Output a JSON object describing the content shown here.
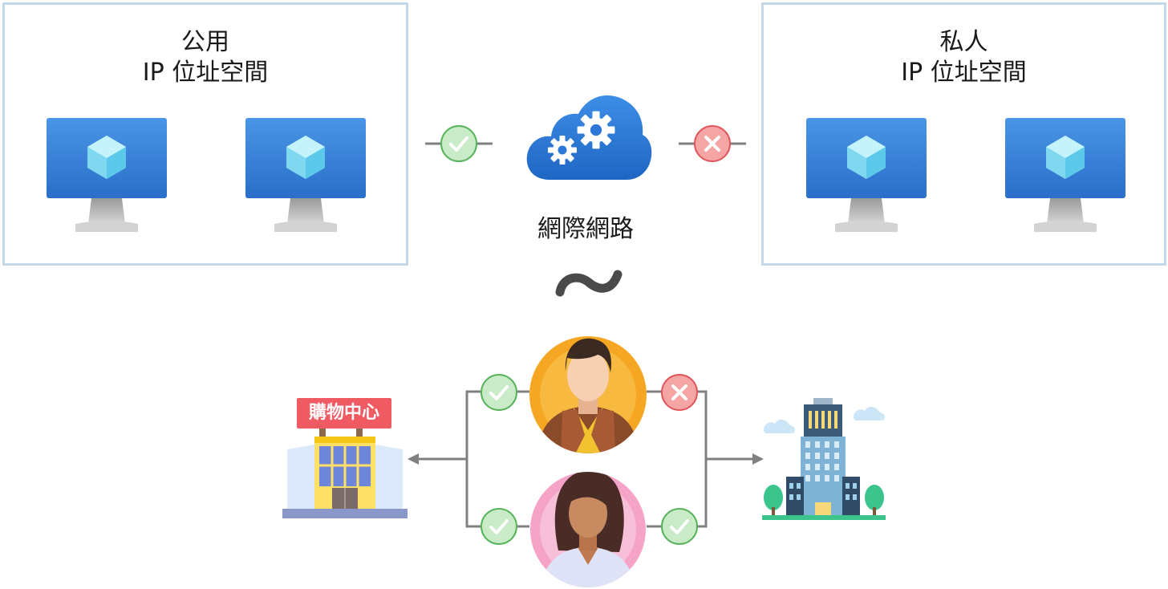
{
  "public_box": {
    "line1": "公用",
    "line2": "IP 位址空間"
  },
  "private_box": {
    "line1": "私人",
    "line2": "IP 位址空間"
  },
  "internet_label": "網際網路",
  "mall_sign": "購物中心",
  "icons": {
    "vm": "virtual-machine-icon",
    "cloud": "cloud-gears-icon",
    "allowed": "check-icon",
    "blocked": "x-icon",
    "approx": "tilde-icon",
    "man": "man-avatar-icon",
    "woman": "woman-avatar-icon",
    "mall": "shopping-mall-icon",
    "office": "office-building-icon"
  },
  "colors": {
    "box_border": "#c3d9ea",
    "monitor_blue": "#3a86dc",
    "check_fill": "#c9ebc8",
    "check_stroke": "#57b35a",
    "x_fill": "#f6a5a5",
    "x_stroke": "#e0565b",
    "connector": "#808080"
  }
}
